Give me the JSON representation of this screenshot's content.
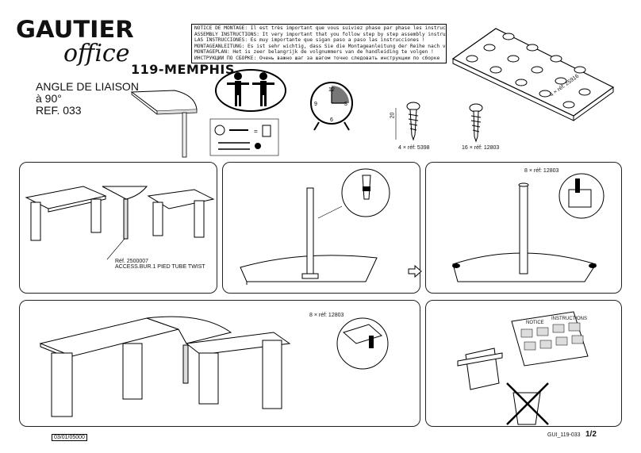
{
  "brand": {
    "name": "GAUTIER",
    "line": "office"
  },
  "product": {
    "model": "119-MEMPHIS",
    "title_line1": "ANGLE DE LIAISON",
    "title_line2": "à 90°",
    "ref": "REF. 033"
  },
  "notice": [
    "NOTICE DE MONTAGE: Il est très important que vous suiviez phase par phase les instructions de montage !",
    "ASSEMBLY INSTRUCTIONS: It very important that you follow step by step assembly instructions !",
    "LAS INSTRUCCIONES: Es muy importante que sigan paso a paso las instrucciones !",
    "MONTAGEANLEITUNG: Es ist sehr wichtig, dass Sie die Montageanleitung der Reihe nach verfolgen !",
    "MONTAGEPLAN: Het is zeer belangrijk de volgnummers van de handleiding te volgen !",
    "ИНСТРУКЦИИ ПО СБОРКЕ: Очень важно шаг за шагом точно следовать инструкции по сборке"
  ],
  "parts": {
    "dowel_board_label": "4 × réf: 25916",
    "screw1_label": "4 × réf: 5398",
    "screw2_label": "16 × réf: 12803",
    "screw_length": "20"
  },
  "clock": {
    "number_12": "12",
    "number_3": "3",
    "number_6": "6",
    "number_9": "9"
  },
  "steps": {
    "step1": {
      "ref": "Réf. 2500007",
      "desc": "ACCESS.BUR.1 PIED TUBE TWIST"
    },
    "step3": {
      "label": "8 × réf: 12803"
    },
    "step4": {
      "label": "8 × réf: 12803"
    },
    "step5": {
      "notice_left": "NOTICE",
      "notice_right": "INSTRUCTIONS"
    }
  },
  "footer": {
    "date": "03/01/05",
    "code": "000",
    "doc_ref": "GUI_119-033",
    "page": "1/2"
  }
}
